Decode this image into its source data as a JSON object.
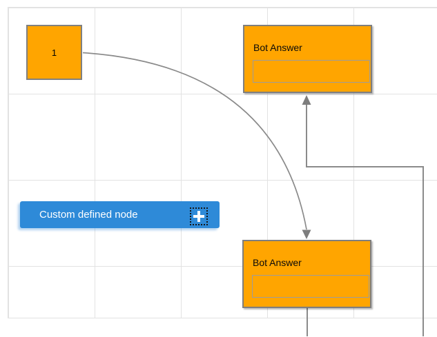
{
  "canvas": {
    "grid_color": "#e2e2e2",
    "background": "#ffffff"
  },
  "connectors": {
    "color": "#8a8a8a",
    "arrow_color": "#7d7d7d"
  },
  "nodes": {
    "source": {
      "label": "1",
      "fill": "#FFA500",
      "border_color": "#808080"
    },
    "bot_answer_top": {
      "title": "Bot Answer",
      "fill": "#FFA500",
      "input_value": ""
    },
    "bot_answer_bottom": {
      "title": "Bot Answer",
      "fill": "#FFA500",
      "input_value": ""
    },
    "custom_node_button": {
      "label": "Custom defined node",
      "fill": "#2E8AD8",
      "text_color": "#ffffff",
      "icon": "plus-icon"
    }
  }
}
